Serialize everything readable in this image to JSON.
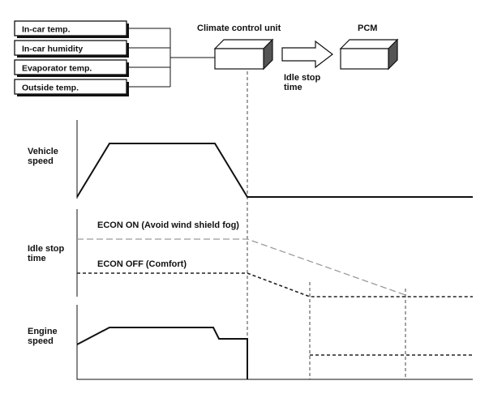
{
  "sensors": [
    {
      "label": "In-car temp."
    },
    {
      "label": "In-car humidity"
    },
    {
      "label": "Evaporator temp."
    },
    {
      "label": "Outside temp."
    }
  ],
  "units": {
    "climate_control_unit": "Climate control unit",
    "pcm": "PCM",
    "signal_line1": "Idle stop",
    "signal_line2": "time"
  },
  "charts": {
    "vehicle_speed_line1": "Vehicle",
    "vehicle_speed_line2": "speed",
    "idle_stop_time_line1": "Idle stop",
    "idle_stop_time_line2": "time",
    "engine_speed_line1": "Engine",
    "engine_speed_line2": "speed",
    "econ_on": "ECON ON (Avoid wind shield fog)",
    "econ_off": "ECON OFF (Comfort)"
  }
}
